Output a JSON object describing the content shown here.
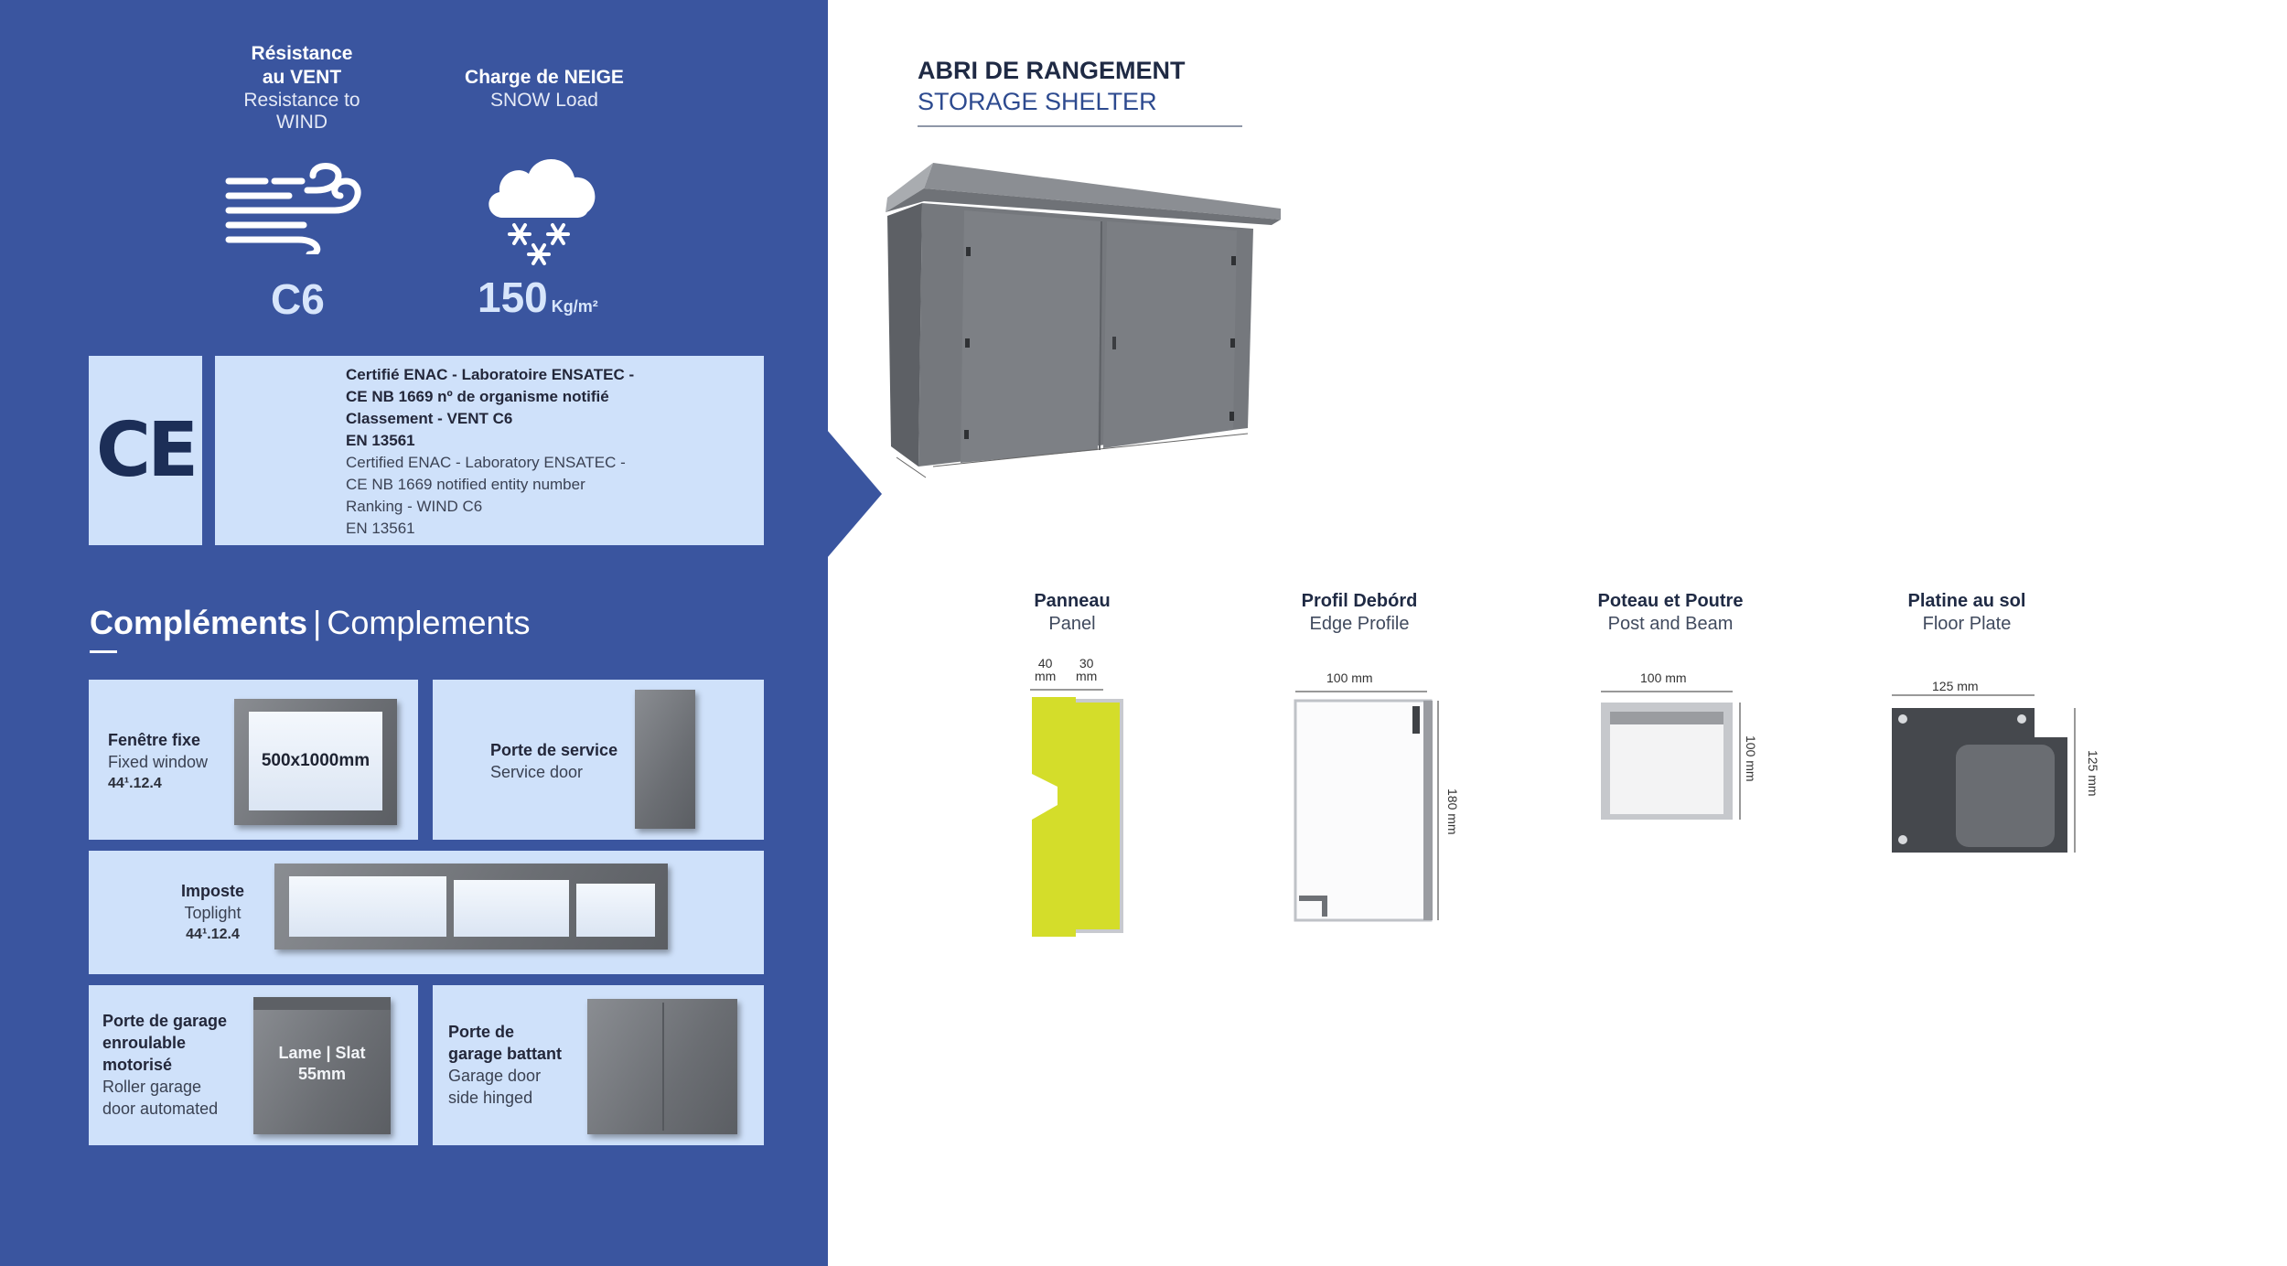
{
  "wind": {
    "title_line1": "Résistance",
    "title_line2": "au VENT",
    "sub_line1": "Resistance to",
    "sub_line2": "WIND",
    "icon": "wind-icon",
    "value": "C6"
  },
  "snow": {
    "title": "Charge de NEIGE",
    "sub": "SNOW Load",
    "icon": "snow-cloud-icon",
    "value": "150",
    "unit": "Kg/m²"
  },
  "certification": {
    "mark": "CE",
    "lines_fr": [
      "Certifié ENAC - Laboratoire ENSATEC -",
      "CE NB 1669 nº de organisme notifié",
      "Classement - VENT C6",
      "EN 13561"
    ],
    "lines_en": [
      "Certified ENAC - Laboratory ENSATEC -",
      "CE NB 1669 notified entity number",
      "Ranking - WIND C6",
      "EN 13561"
    ]
  },
  "complements": {
    "heading_fr": "Compléments",
    "separator": "|",
    "heading_en": "Complements",
    "fixed_window": {
      "fr": "Fenêtre fixe",
      "en": "Fixed window",
      "code": "44¹.12.4",
      "size": "500x1000mm"
    },
    "service_door": {
      "fr": "Porte de service",
      "en": "Service door"
    },
    "toplight": {
      "fr": "Imposte",
      "en": "Toplight",
      "code": "44¹.12.4"
    },
    "roller_garage": {
      "fr_line1": "Porte de garage",
      "fr_line2": "enroulable",
      "fr_line3": "motorisé",
      "en_line1": "Roller garage",
      "en_line2": "door automated",
      "slat_line1": "Lame | Slat",
      "slat_line2": "55mm"
    },
    "hinged_garage": {
      "fr_line1": "Porte de",
      "fr_line2": "garage battant",
      "en_line1": "Garage door",
      "en_line2": "side hinged"
    }
  },
  "shelter": {
    "title_fr": "ABRI DE RANGEMENT",
    "title_en": "STORAGE SHELTER"
  },
  "profiles": [
    {
      "fr": "Panneau",
      "en": "Panel",
      "dims": [
        "40",
        "mm",
        "30",
        "mm"
      ]
    },
    {
      "fr": "Profil Debórd",
      "en": "Edge Profile",
      "dims": [
        "100 mm",
        "180 mm"
      ]
    },
    {
      "fr": "Poteau et Poutre",
      "en": "Post and Beam",
      "dims": [
        "100 mm",
        "100 mm"
      ]
    },
    {
      "fr": "Platine au sol",
      "en": "Floor Plate",
      "dims": [
        "125 mm",
        "125 mm"
      ]
    }
  ],
  "colors": {
    "panel_blue": "#3a559f",
    "light_blue": "#cfe1fa",
    "title_dark": "#1f2a44",
    "title_blue": "#2d4a8f",
    "foam_yellow": "#d4dd2a"
  }
}
